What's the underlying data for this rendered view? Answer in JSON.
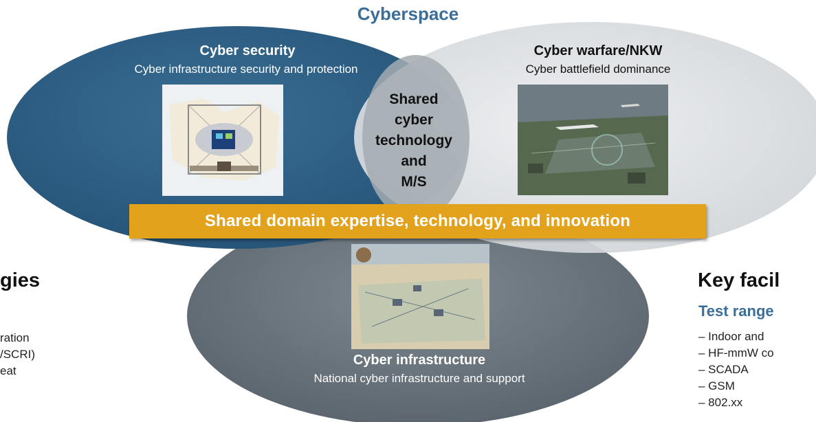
{
  "title": "Cyberspace",
  "circles": {
    "security": {
      "title": "Cyber security",
      "subtitle": "Cyber infrastructure security and protection"
    },
    "warfare": {
      "title": "Cyber warfare/NKW",
      "subtitle": "Cyber battlefield dominance"
    },
    "infrastructure": {
      "title": "Cyber infrastructure",
      "subtitle": "National cyber infrastructure and support"
    }
  },
  "overlap_label": [
    "Shared",
    "cyber",
    "technology",
    "and",
    "M/S"
  ],
  "banner": "Shared domain expertise, technology, and innovation",
  "left_panel": {
    "heading": "gies",
    "lines": [
      "ration",
      "/SCRI)",
      "eat"
    ]
  },
  "right_panel": {
    "heading": "Key facil",
    "subheading": "Test range",
    "items": [
      "– Indoor and",
      "– HF-mmW co",
      "– SCADA",
      "– GSM",
      "– 802.xx"
    ]
  },
  "colors": {
    "title": "#3b6e98",
    "security_ellipse": "#2f5f86",
    "warfare_ellipse": "#dfe2e5",
    "infrastructure_ellipse": "#6b7680",
    "banner": "#e3a21c"
  }
}
